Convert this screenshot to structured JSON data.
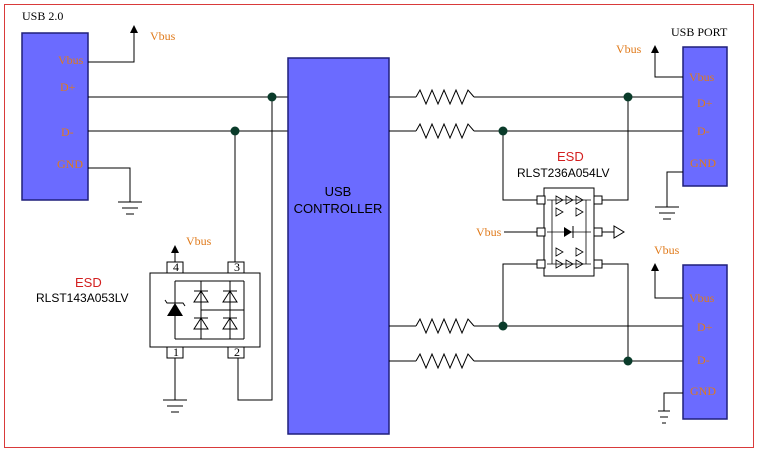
{
  "colors": {
    "frame": "#d93a3a",
    "block_fill": "#6b6bff",
    "block_stroke": "#1f1f7a",
    "orange": "#e07a1a",
    "red": "#d31f1f",
    "wire": "#000000"
  },
  "labels": {
    "usb20_title": "USB 2.0",
    "usbport_title": "USB PORT",
    "controller_line1": "USB",
    "controller_line2": "CONTROLLER",
    "vbus": "Vbus",
    "esd": "ESD",
    "esd_left_part": "RLST143A053LV",
    "esd_right_part": "RLST236A054LV"
  },
  "left_connector_pins": [
    "Vbus",
    "D+",
    "D-",
    "GND"
  ],
  "port_top_pins": [
    "Vbus",
    "D+",
    "D-",
    "GND"
  ],
  "port_bottom_pins": [
    "Vbus",
    "D+",
    "D-",
    "GND"
  ],
  "esd_left_pins": [
    "4",
    "3",
    "1",
    "2"
  ]
}
